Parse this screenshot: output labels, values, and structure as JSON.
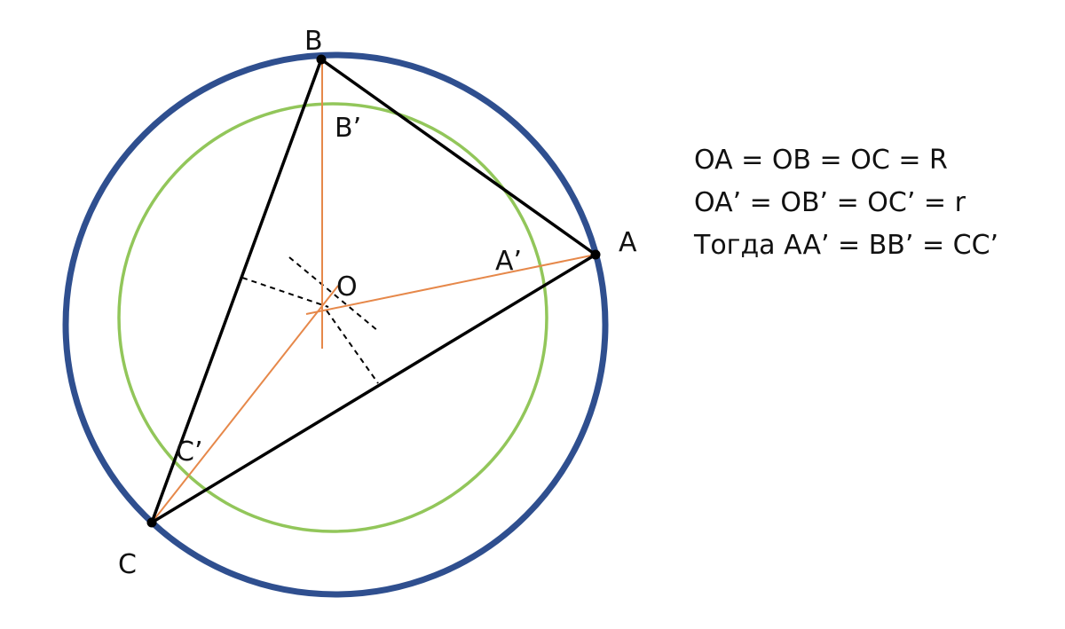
{
  "colors": {
    "outer_circle": "#2f4f8f",
    "inner_circle": "#92c65a",
    "triangle": "#000000",
    "radius_lines": "#e6884a",
    "dashed_lines": "#000000",
    "text": "#111111"
  },
  "points": {
    "A": "A",
    "B": "B",
    "C": "C",
    "O": "O",
    "A_prime": "A’",
    "B_prime": "B’",
    "C_prime": "C’"
  },
  "formulas": [
    "OA = OB = OC = R",
    "OA’ = OB’ = OC’ = r",
    "Тогда AA’ = BB’ = CC’"
  ]
}
